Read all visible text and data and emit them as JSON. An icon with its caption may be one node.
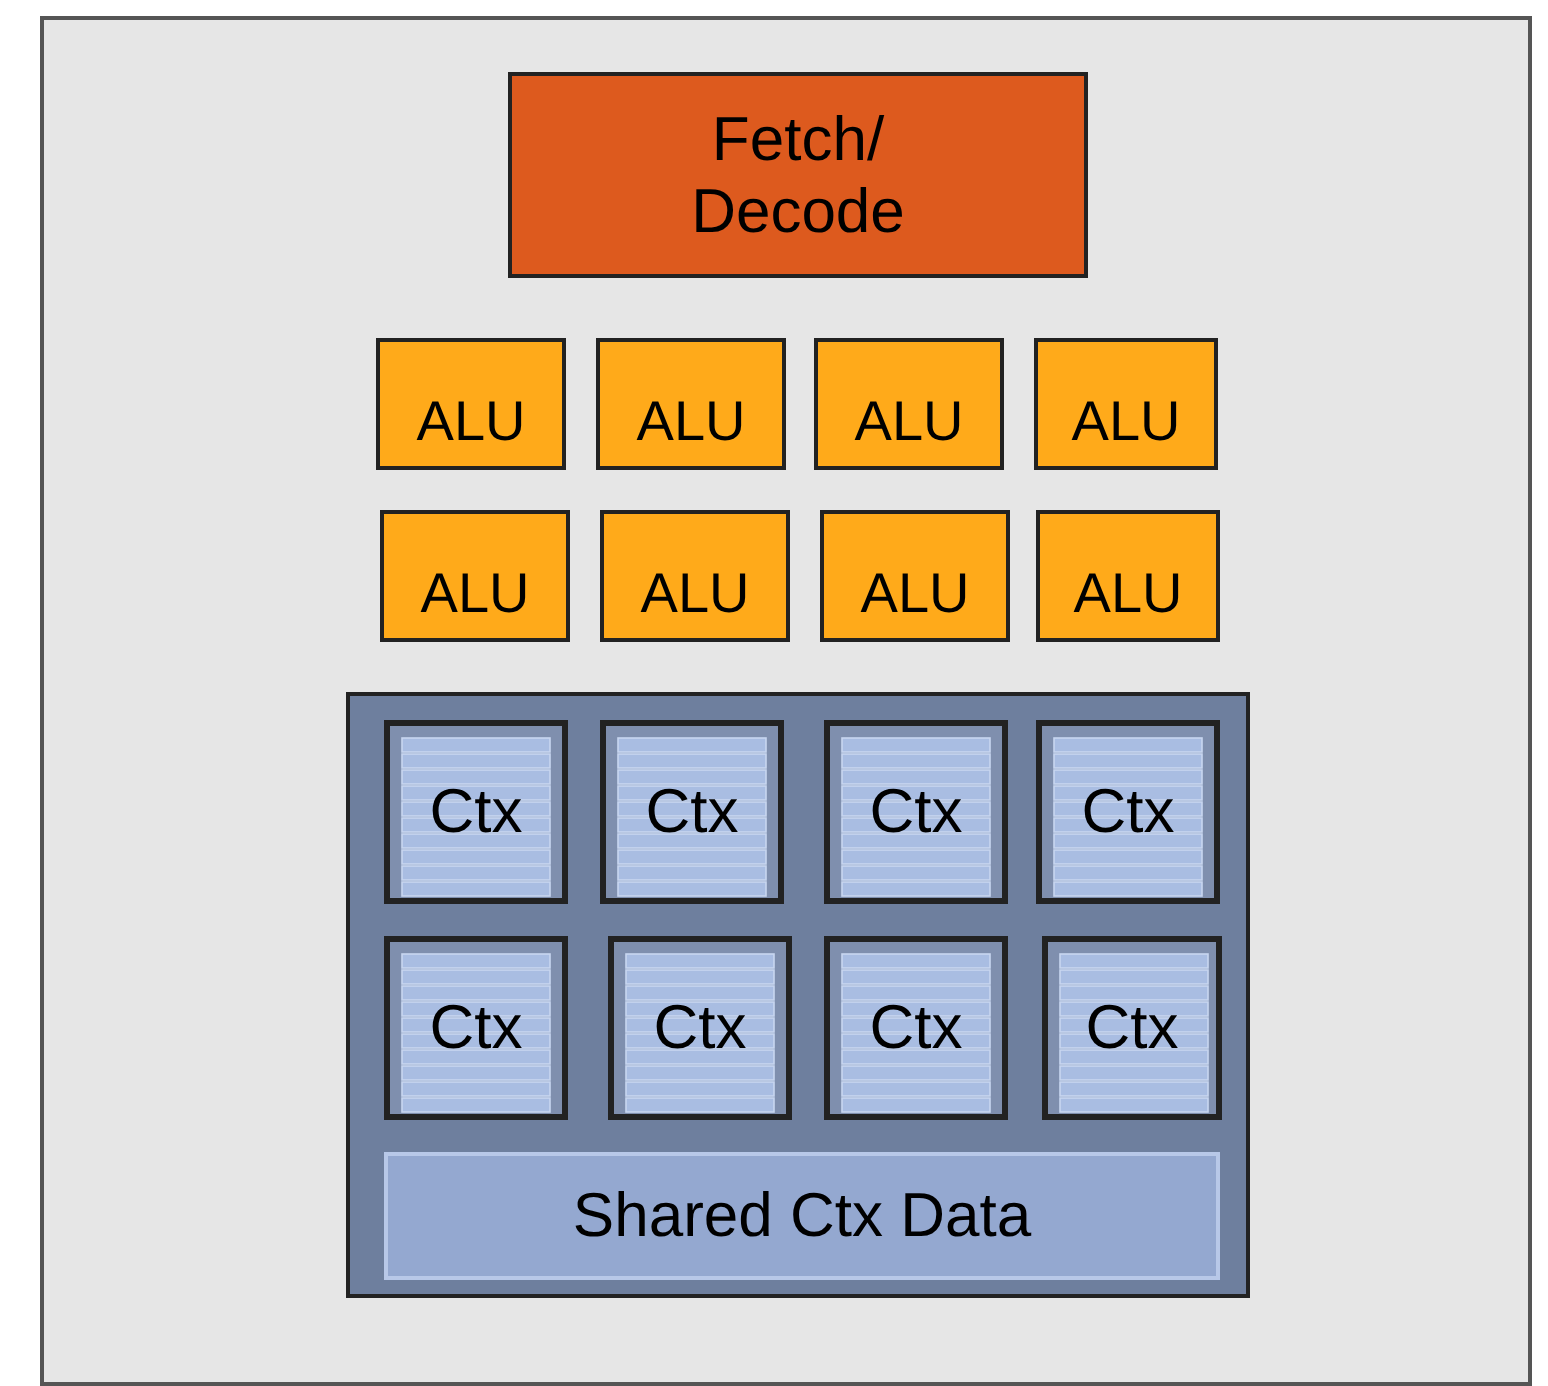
{
  "diagram": {
    "nodes": [
      {
        "text": [],
        "shape": "box"
      },
      {
        "text": [
          "Fetch/ Decode"
        ],
        "in": 0
      },
      {
        "text": [
          "ALU"
        ],
        "in": 0
      },
      {
        "text": [
          "ALU"
        ],
        "in": 0
      },
      {
        "text": [
          "ALU"
        ],
        "in": 0
      },
      {
        "text": [
          "ALU"
        ],
        "in": 0
      },
      {
        "text": [
          "ALU"
        ],
        "in": 0
      },
      {
        "text": [
          "ALU"
        ],
        "in": 0
      },
      {
        "text": [
          "ALU"
        ],
        "in": 0
      },
      {
        "text": [
          "ALU"
        ],
        "in": 0
      },
      {
        "text": [],
        "shape": "box",
        "in": 0
      },
      {
        "text": [
          "Ctx"
        ],
        "in": 10
      },
      {
        "text": [
          "Ctx"
        ],
        "in": 10
      },
      {
        "text": [
          "Ctx"
        ],
        "in": 10
      },
      {
        "text": [
          "Ctx"
        ],
        "in": 10
      },
      {
        "text": [
          "Ctx"
        ],
        "in": 10
      },
      {
        "text": [
          "Ctx"
        ],
        "in": 10
      },
      {
        "text": [
          "Ctx"
        ],
        "in": 10
      },
      {
        "text": [
          "Ctx"
        ],
        "in": 10
      },
      {
        "text": [
          "Shared Ctx Data"
        ],
        "in": 10
      }
    ]
  }
}
